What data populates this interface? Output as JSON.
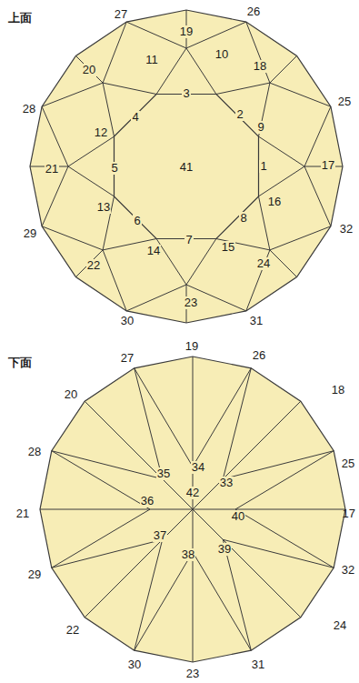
{
  "diagram": {
    "labels": [
      "上面",
      "27",
      "26",
      "19",
      "20",
      "18",
      "28",
      "25",
      "11",
      "10",
      "3",
      "4",
      "2",
      "12",
      "9",
      "21",
      "5",
      "41",
      "1",
      "17",
      "13",
      "16",
      "6",
      "8",
      "7",
      "29",
      "32",
      "14",
      "15",
      "22",
      "24",
      "23",
      "30",
      "31",
      "下面",
      "19",
      "27",
      "26",
      "20",
      "18",
      "28",
      "25",
      "34",
      "35",
      "33",
      "42",
      "36",
      "40",
      "21",
      "17",
      "37",
      "29",
      "38",
      "39",
      "32",
      "22",
      "24",
      "30",
      "31",
      "23"
    ]
  }
}
